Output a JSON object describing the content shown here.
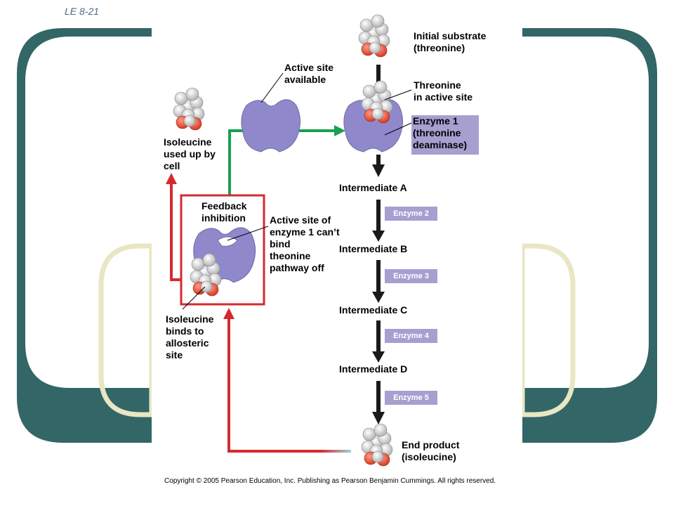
{
  "slide_label": "LE 8-21",
  "labels": {
    "initial_substrate": "Initial substrate\n(threonine)",
    "threonine_active_site": "Threonine\nin active site",
    "active_site_available": "Active site\navailable",
    "isoleucine_used_up": "Isoleucine\nused up by\ncell",
    "feedback_inhibition": "Feedback\ninhibition",
    "active_site_cant_bind": "Active site of\nenzyme 1 can’t\nbind\ntheonine\npathway off",
    "isoleucine_binds": "Isoleucine\nbinds to\nallosteric\nsite",
    "end_product": "End product\n(isoleucine)"
  },
  "enzyme1": "Enzyme 1\n(threonine\ndeaminase)",
  "intermediates": [
    "Intermediate A",
    "Intermediate B",
    "Intermediate C",
    "Intermediate D"
  ],
  "enzymes": [
    "Enzyme 2",
    "Enzyme 3",
    "Enzyme 4",
    "Enzyme 5"
  ],
  "copyright": "Copyright © 2005 Pearson Education, Inc. Publishing as Pearson Benjamin Cummings. All rights reserved.",
  "colors": {
    "teal_frame": "#336666",
    "cream_frame": "#e9e6c4",
    "enzyme": "#8f89cc",
    "arrow_dark": "#1a1a1a",
    "feedback_red": "#d42a2f",
    "green_arrow": "#18a050",
    "label_box": "#a79fd0"
  }
}
